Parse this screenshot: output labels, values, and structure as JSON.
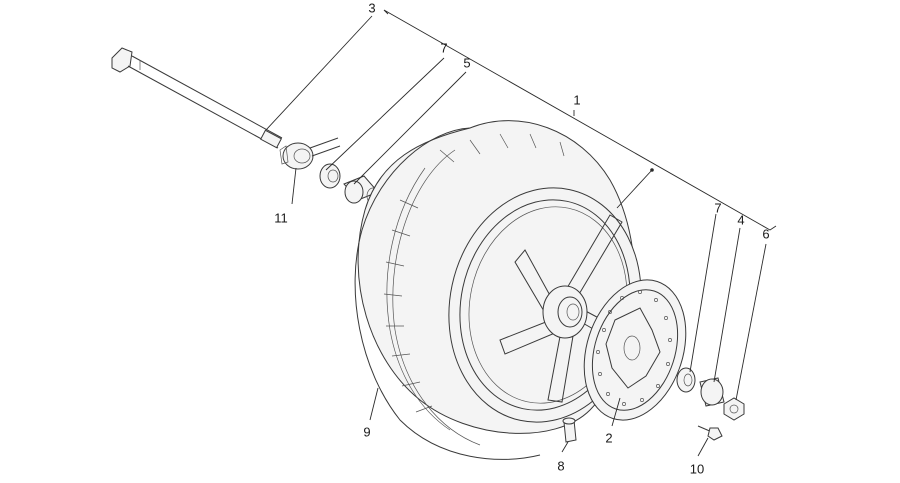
{
  "callouts": {
    "c1": "1",
    "c2": "2",
    "c3": "3",
    "c4": "4",
    "c5": "5",
    "c6": "6",
    "c7a": "7",
    "c7b": "7",
    "c8": "8",
    "c9": "9",
    "c10": "10",
    "c11": "11"
  },
  "colors": {
    "line": "#2b2b2b",
    "part_fill": "#f4f4f4"
  }
}
